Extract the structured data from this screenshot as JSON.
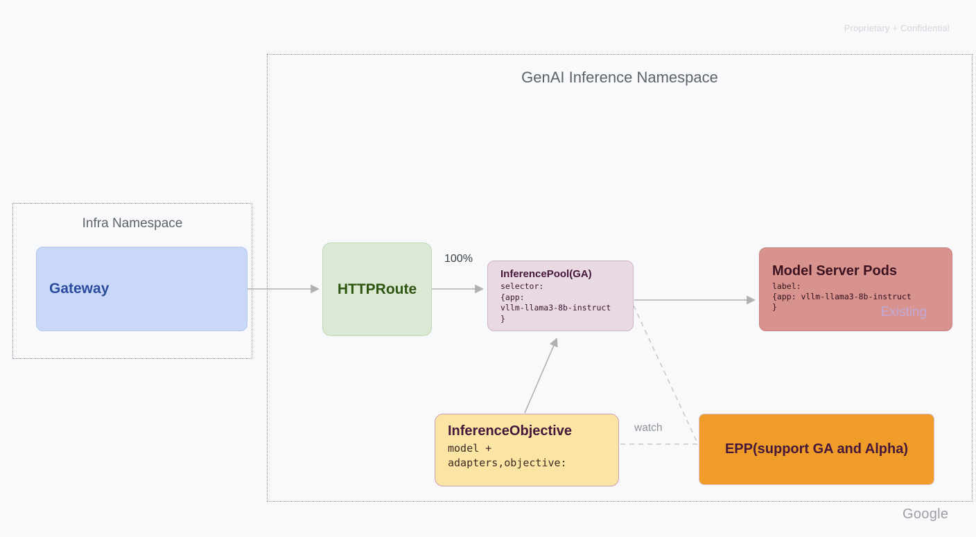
{
  "slide": {
    "confidential_notice": "Proprietary + Confidential",
    "brand": "Google",
    "background_color": "#f8f9fa"
  },
  "outer_group": {
    "title": "GenAI Inference Namespace",
    "border_style": "dotted",
    "title_color": "#5f6368"
  },
  "infra_group": {
    "title": "Infra Namespace",
    "border_style": "dotted",
    "title_color": "#5f6368"
  },
  "nodes": {
    "gateway": {
      "label": "Gateway",
      "fill": "#c9d8f8",
      "text_color": "#2b4c9d"
    },
    "httproute": {
      "label": "HTTPRoute",
      "fill": "#dbe8d4",
      "text_color": "#2f5611"
    },
    "inference_pool": {
      "title": "InferencePool(GA)",
      "code_lines": [
        "selector:",
        "{app:",
        "vllm-llama3-8b-instruct",
        "}"
      ],
      "fill": "#e9d9e2",
      "text_color": "#45173a"
    },
    "model_server_pods": {
      "title": "Model Server Pods",
      "code_lines": [
        "label:",
        "{app: vllm-llama3-8b-instruct",
        "}"
      ],
      "watermark": "Existing",
      "fill": "#d8938f",
      "text_color": "#3c1120",
      "watermark_color": "#c0a8da"
    },
    "inference_objective": {
      "title": "InferenceObjective",
      "code_lines": [
        "model +",
        "adapters,objective:"
      ],
      "fill": "#fbe5a4",
      "border_color": "#cf9db6",
      "text_color": "#45173a"
    },
    "epp": {
      "label": "EPP(support GA and Alpha)",
      "fill": "#ef9d28",
      "text_color": "#45173a"
    }
  },
  "edges": {
    "gateway_to_httproute": {
      "style": "solid-arrow"
    },
    "httproute_to_inferencepool": {
      "style": "solid-arrow",
      "label": "100%"
    },
    "inferencepool_to_modelserver": {
      "style": "solid-arrow"
    },
    "inferenceobjective_to_inferencepool": {
      "style": "solid-arrow"
    },
    "inferencepool_to_epp": {
      "style": "dashed"
    },
    "inferenceobjective_to_epp": {
      "style": "dashed",
      "label": "watch"
    },
    "arrow_color": "#b0b0b0",
    "dash_color": "#c6c6c6"
  },
  "edge_labels": {
    "percent": "100%",
    "watch": "watch"
  }
}
